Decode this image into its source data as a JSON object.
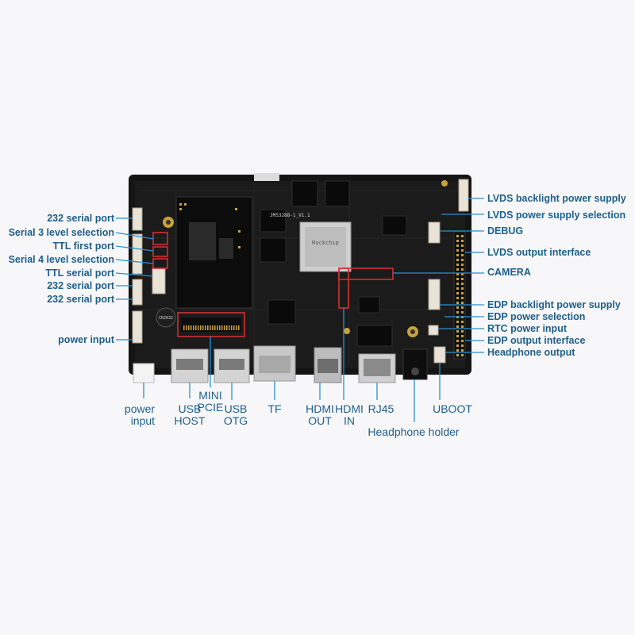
{
  "board": {
    "silkscreen": "JMS3288-1_V1.1",
    "soc_marking": "Rockchip",
    "battery_marking": "CR2032"
  },
  "left_labels": [
    "232 serial port",
    "Serial 3 level selection",
    "TTL first port",
    "Serial 4 level selection",
    "TTL serial port",
    "232 serial port",
    "232 serial port",
    "power input"
  ],
  "right_labels": [
    "LVDS backlight power supply",
    "LVDS power supply selection",
    "DEBUG",
    "LVDS output interface",
    "CAMERA",
    "EDP backlight power supply",
    "EDP power selection",
    "RTC power input",
    "EDP output interface",
    "Headphone output"
  ],
  "bottom_labels": [
    "power\n  input",
    "USB\nHOST",
    "MINI\nPCIE",
    "USB\nOTG",
    "TF",
    "HDMI\nOUT",
    "HDMI\nIN",
    "RJ45",
    "Headphone holder",
    "UBOOT"
  ],
  "colors": {
    "label_text": "#1d5f8c",
    "leader_line": "#2b8fd1",
    "pcb": "#141414",
    "highlight_box": "#d03030",
    "background": "#f7f7f9"
  }
}
